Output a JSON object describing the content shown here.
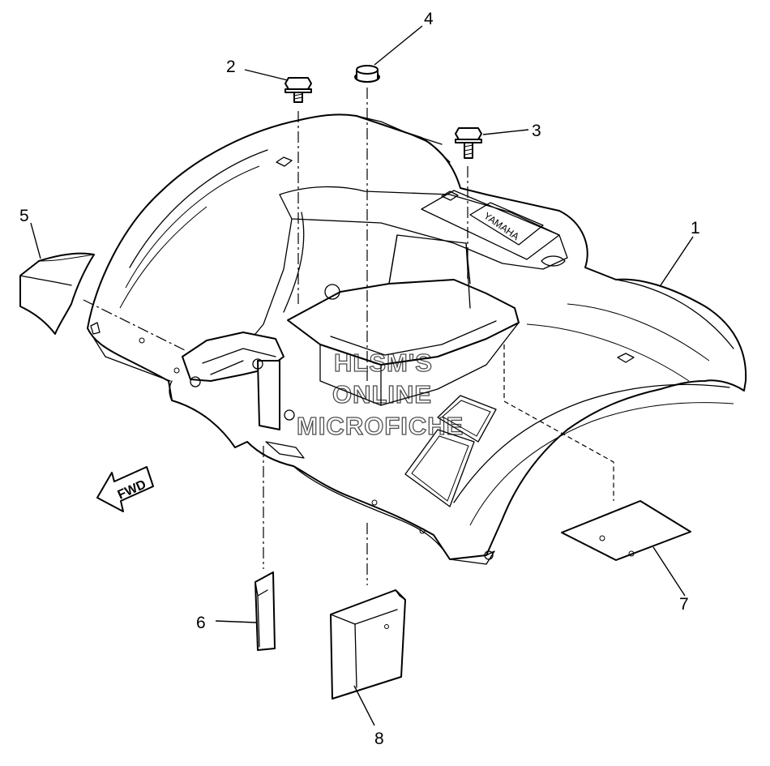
{
  "diagram": {
    "callouts": [
      "1",
      "2",
      "3",
      "4",
      "5",
      "6",
      "7",
      "8"
    ],
    "direction_label": "FWD",
    "brand_marking": "YAMAHA",
    "watermark": [
      "HLSM'S",
      "ONLINE",
      "MICROFICHE"
    ],
    "line_color": "#000000",
    "background": "#ffffff"
  }
}
